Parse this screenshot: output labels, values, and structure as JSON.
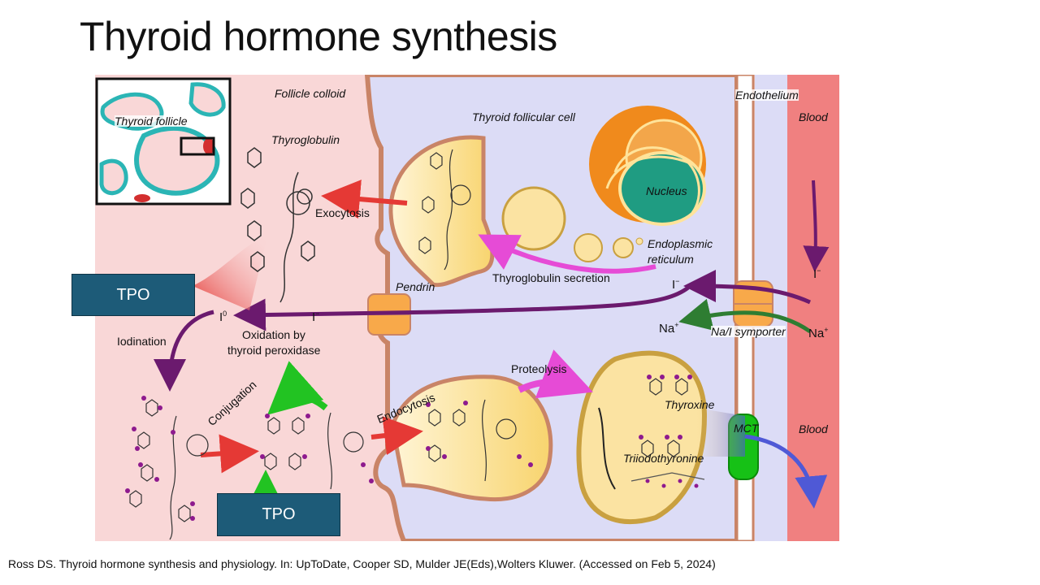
{
  "slide": {
    "title": "Thyroid hormone synthesis",
    "citation": "Ross DS. Thyroid hormone synthesis and physiology. In: UpToDate, Cooper SD, Mulder JE(Eds),Wolters Kluwer. (Accessed on Feb 5, 2024)"
  },
  "diagram": {
    "labels": {
      "follicle_colloid": "Follicle colloid",
      "thyroid_follicle": "Thyroid follicle",
      "thyroglobulin": "Thyroglobulin",
      "exocytosis": "Exocytosis",
      "thyroid_follicular_cell": "Thyroid follicular cell",
      "nucleus": "Nucleus",
      "endoplasmic_reticulum_1": "Endoplasmic",
      "endoplasmic_reticulum_2": "reticulum",
      "thyroglobulin_secretion": "Thyroglobulin secretion",
      "endothelium": "Endothelium",
      "blood_top": "Blood",
      "blood_bottom": "Blood",
      "pendrin": "Pendrin",
      "iodine_i0": "I",
      "iodine_i0_sup": "0",
      "iodide_left": "I",
      "iodide_mid": "I",
      "iodide_right": "I",
      "iodide_sup": "−",
      "oxidation_1": "Oxidation by",
      "oxidation_2": "thyroid peroxidase",
      "iodination": "Iodination",
      "na_left": "Na",
      "na_right": "Na",
      "na_sup": "+",
      "na_i_symporter": "Na/I symporter",
      "proteolysis": "Proteolysis",
      "conjugation": "Conjugation",
      "endocytosis": "Endocytosis",
      "thyroxine": "Thyroxine",
      "triiodothyronine": "Triiodothyronine",
      "mct": "MCT"
    },
    "tpo_boxes": [
      "TPO",
      "TPO"
    ],
    "colors": {
      "colloid": "#f9d7d7",
      "cytoplasm": "#dcdcf6",
      "blood": "#f08080",
      "vesicle": "#fbe3a2",
      "tpo_box": "#1d5b78",
      "iodide_arrow": "#6b1a6e",
      "sodium_arrow": "#2e7d32",
      "exocytosis_arrow": "#e53935",
      "secretion_arrow": "#e64bd6",
      "hormone_arrow": "#4f59d6",
      "conjugation_arrow": "#22c322",
      "nucleus": "#1f9c82"
    }
  }
}
